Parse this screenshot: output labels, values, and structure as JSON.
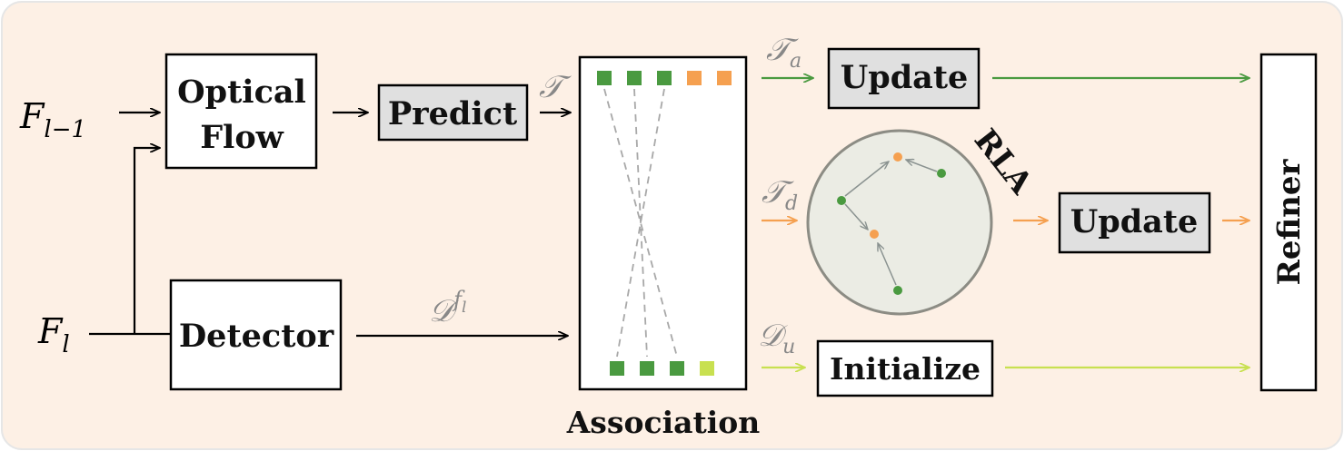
{
  "inputs": {
    "prev_frame": "F",
    "prev_frame_sub": "l−1",
    "cur_frame": "F",
    "cur_frame_sub": "l"
  },
  "blocks": {
    "optical_flow_line1": "Optical",
    "optical_flow_line2": "Flow",
    "predict": "Predict",
    "detector": "Detector",
    "association": "Association",
    "update_top": "Update",
    "update_mid": "Update",
    "initialize": "Initialize",
    "refiner": "Refiner",
    "rla": "RLA"
  },
  "symbols": {
    "tracks": "𝒯",
    "tracks_active": "𝒯",
    "tracks_active_sub": "a",
    "tracks_dormant": "𝒯",
    "tracks_dormant_sub": "d",
    "detections": "𝒟",
    "detections_sup": "f",
    "detections_sup_sub": "l",
    "detections_unmatched": "𝒟",
    "detections_unmatched_sub": "u"
  },
  "colors": {
    "panel_bg": "#fdf0e5",
    "matched": "#4a9a40",
    "dormant": "#f5a050",
    "unmatched": "#c8e050",
    "gray_box": "#e0e0e0",
    "rla_circle": "#ebece4"
  }
}
